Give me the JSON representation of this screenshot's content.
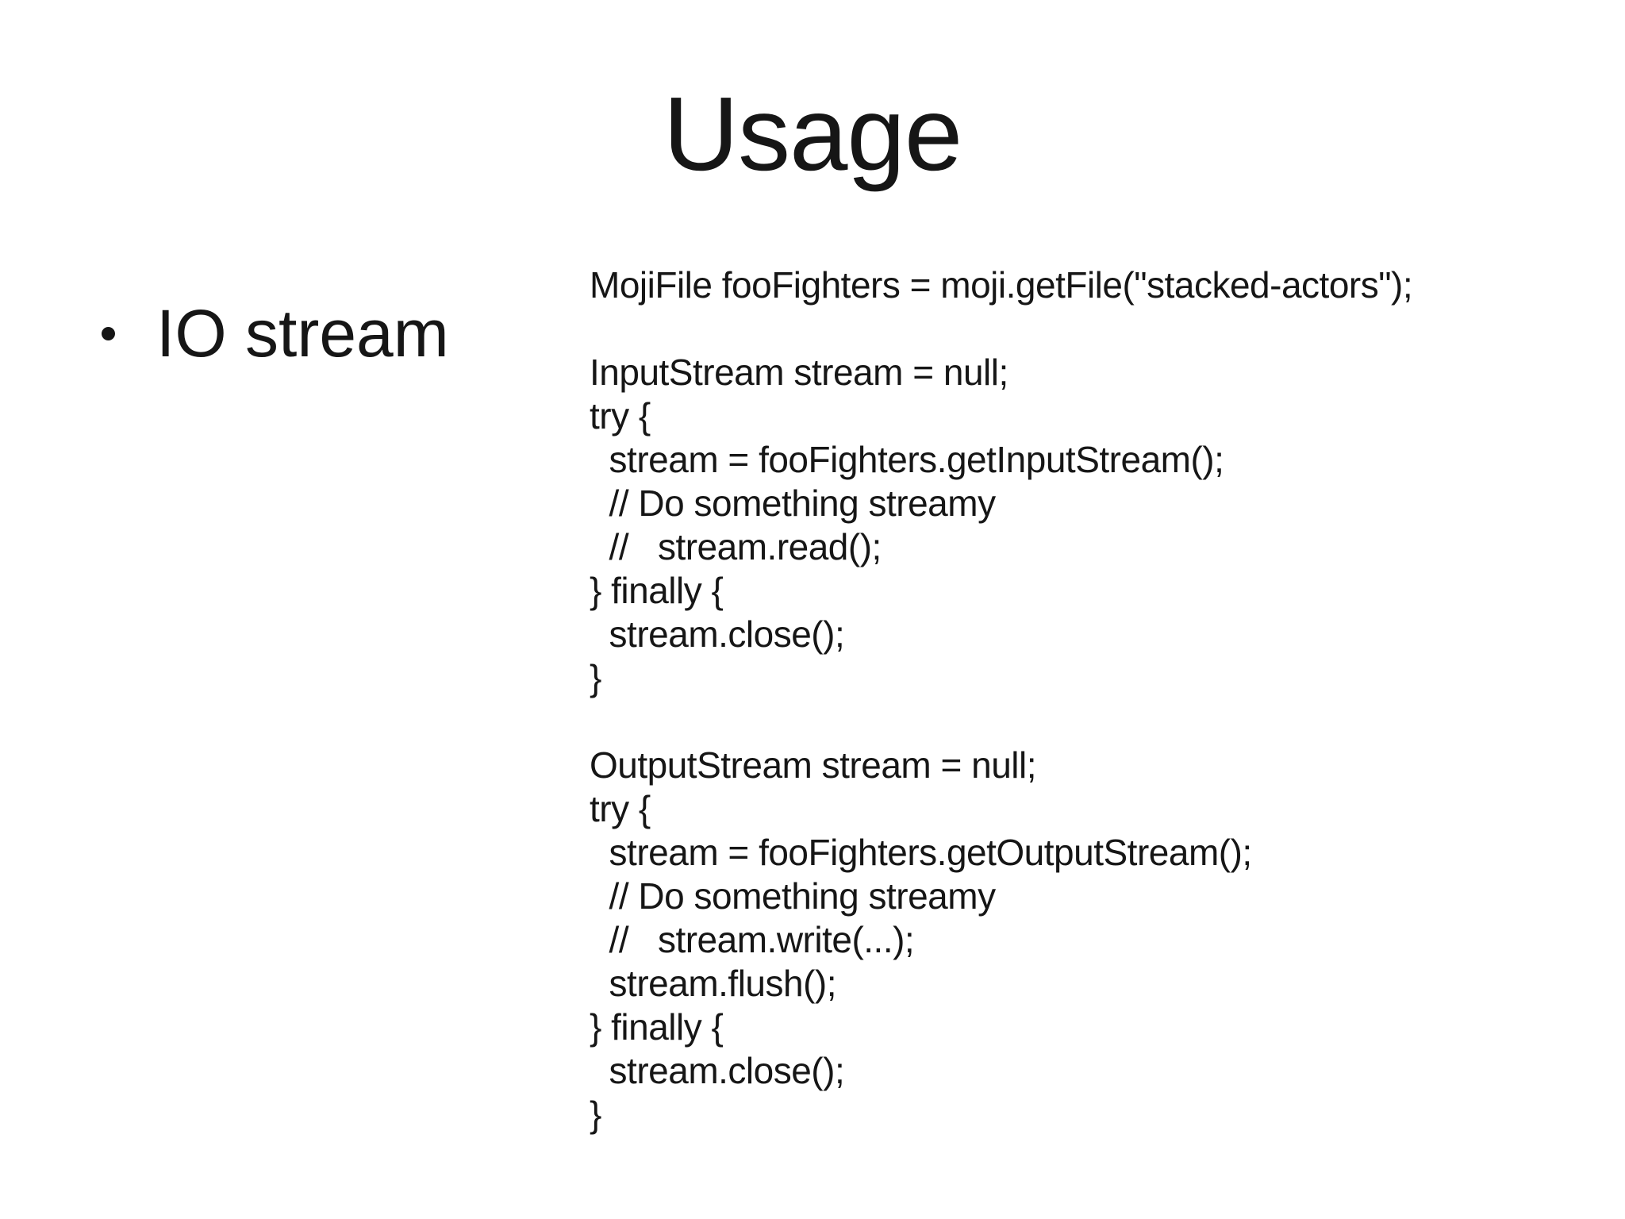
{
  "slide": {
    "title": "Usage",
    "bullets": [
      "IO stream"
    ],
    "code_lines": [
      "MojiFile fooFighters = moji.getFile(\"stacked-actors\");",
      " ",
      "InputStream stream = null;",
      "try {",
      "  stream = fooFighters.getInputStream();",
      "  // Do something streamy",
      "  //   stream.read();",
      "} finally {",
      "  stream.close();",
      "}",
      " ",
      "OutputStream stream = null;",
      "try {",
      "  stream = fooFighters.getOutputStream();",
      "  // Do something streamy",
      "  //   stream.write(...);",
      "  stream.flush();",
      "} finally {",
      "  stream.close();",
      "}"
    ]
  },
  "colors": {
    "text": "#161616",
    "background": "#ffffff"
  }
}
